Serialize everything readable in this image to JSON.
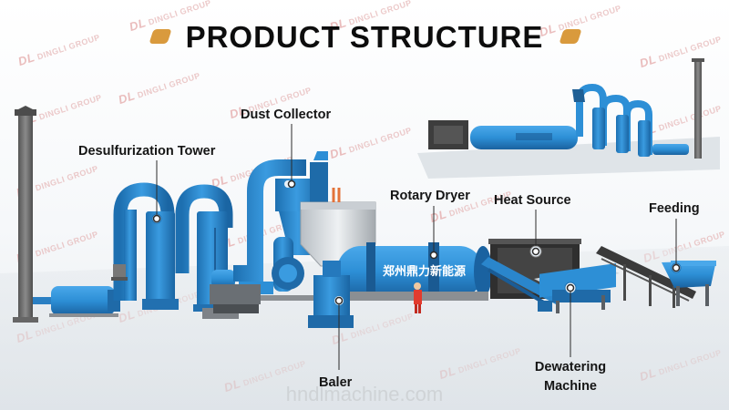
{
  "title": "PRODUCT STRUCTURE",
  "watermark": "DINGLI GROUP",
  "watermark_logo": "DL",
  "labels": {
    "dust_collector": "Dust Collector",
    "desulfurization_tower": "Desulfurization Tower",
    "rotary_dryer": "Rotary Dryer",
    "heat_source": "Heat Source",
    "feeding": "Feeding",
    "baler": "Baler",
    "dewatering_line1": "Dewatering",
    "dewatering_line2": "Machine"
  },
  "drum_text": "郑州鼎力新能源",
  "website": "hndlmachine.com",
  "colors": {
    "equipment_blue": "#2d8fd6",
    "equipment_blue_dark": "#1d6fb0",
    "title_accent": "#d99a3d",
    "chimney_gray": "#6f6f6f",
    "callout_line": "#2a2a2a",
    "watermark": "#e6b8b8"
  }
}
